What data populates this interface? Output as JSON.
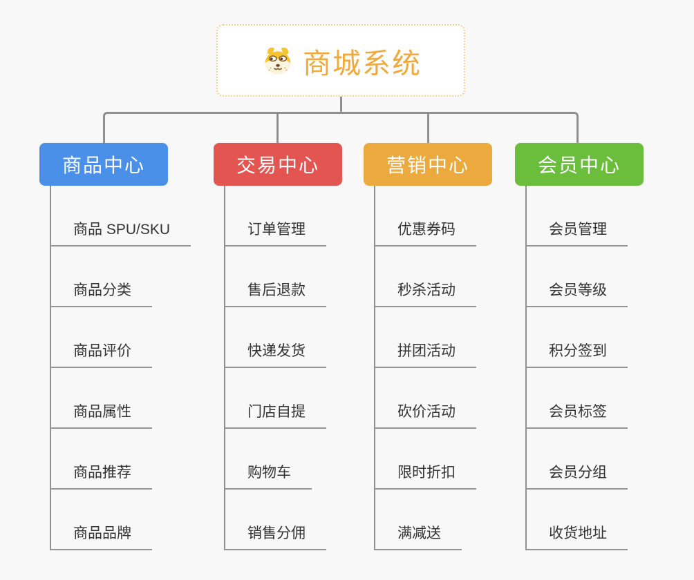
{
  "root": {
    "title": "商城系统",
    "icon": "dog-face-icon"
  },
  "branches": [
    {
      "label": "商品中心",
      "color": "#4A8FE8",
      "children": [
        "商品 SPU/SKU",
        "商品分类",
        "商品评价",
        "商品属性",
        "商品推荐",
        "商品品牌"
      ]
    },
    {
      "label": "交易中心",
      "color": "#E25551",
      "children": [
        "订单管理",
        "售后退款",
        "快递发货",
        "门店自提",
        "购物车",
        "销售分佣"
      ]
    },
    {
      "label": "营销中心",
      "color": "#ECAA3E",
      "children": [
        "优惠券码",
        "秒杀活动",
        "拼团活动",
        "砍价活动",
        "限时折扣",
        "满减送"
      ]
    },
    {
      "label": "会员中心",
      "color": "#6ABE3C",
      "children": [
        "会员管理",
        "会员等级",
        "积分签到",
        "会员标签",
        "会员分组",
        "收货地址"
      ]
    }
  ],
  "colors": {
    "accent_orange": "#F0A93C",
    "root_border": "#F6CE90",
    "connector_gray": "#8F8F8F",
    "background": "#F8F8F8",
    "child_text": "#333333"
  }
}
